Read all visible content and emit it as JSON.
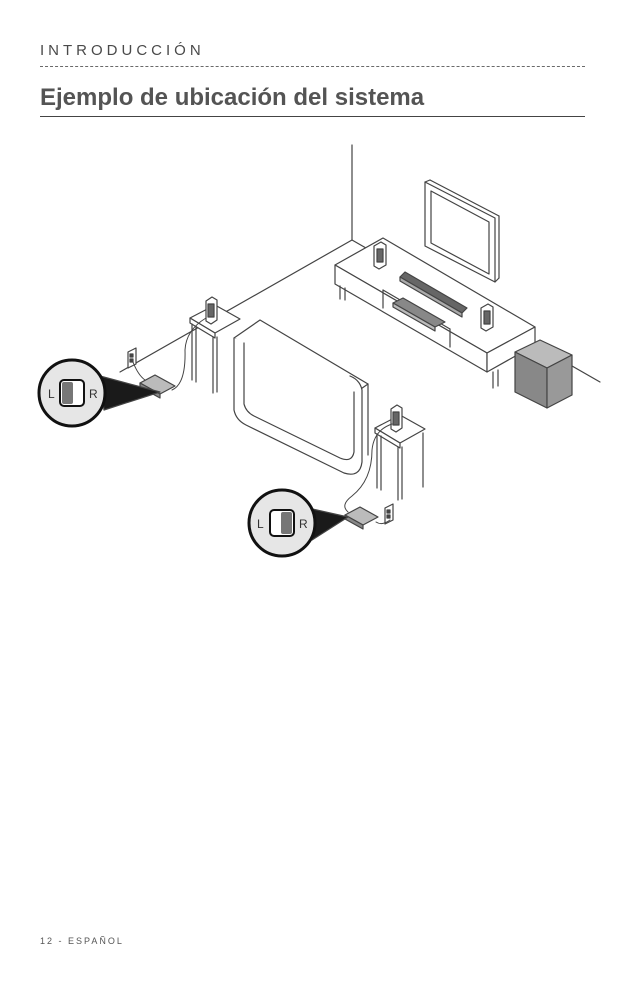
{
  "header": {
    "section": "INTRODUCCIÓN",
    "title": "Ejemplo de ubicación del sistema"
  },
  "illustration": {
    "switch_left_label": "L",
    "switch_right_label": "R",
    "icons": [
      "wall-outlet-icon",
      "speaker-icon",
      "soundbar-icon",
      "tv-icon",
      "subwoofer-icon",
      "sofa-icon",
      "side-table-icon",
      "receiver-icon",
      "lr-switch-icon"
    ]
  },
  "footer": {
    "page": "12 - ESPAÑOL"
  }
}
